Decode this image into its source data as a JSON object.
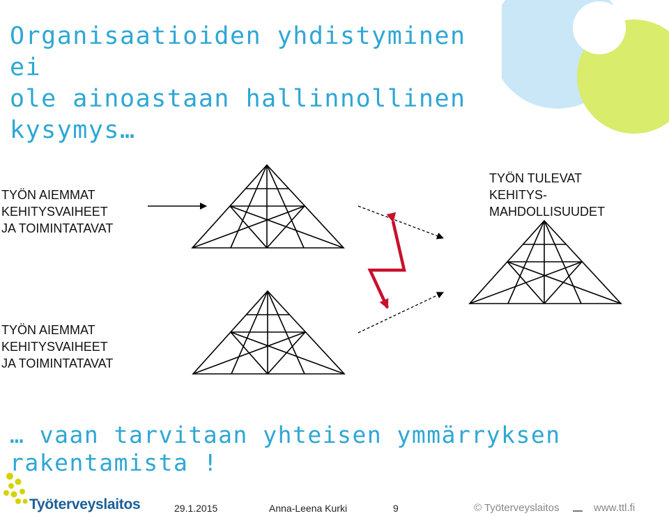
{
  "title": {
    "line1": "Organisaatioiden yhdistyminen ei",
    "line2": "ole ainoastaan hallinnollinen",
    "line3": "kysymys…"
  },
  "labels": {
    "top_left": [
      "TYÖN AIEMMAT",
      "KEHITYSVAIHEET",
      "JA TOIMINTATAVAT"
    ],
    "bottom_left": [
      "TYÖN AIEMMAT",
      "KEHITYSVAIHEET",
      "JA TOIMINTATAVAT"
    ],
    "right": [
      "TYÖN TULEVAT",
      "KEHITYS-",
      "MAHDOLLISUUDET"
    ]
  },
  "conclusion": {
    "line1": "… vaan tarvitaan yhteisen ymmärryksen",
    "line2": "rakentamista !"
  },
  "footer": {
    "logo_text": "Työterveyslaitos",
    "date": "29.1.2015",
    "author": "Anna-Leena Kurki",
    "page": "9",
    "copyright": "© Työterveyslaitos",
    "url": "www.ttl.fi"
  },
  "colors": {
    "accent_blue": "#2ea7d4",
    "blob_lime": "#d9ec6c",
    "blob_lightblue": "#c9e7f7",
    "bolt_red": "#c8102e",
    "logo_blue": "#1b5e96",
    "logo_yellow": "#d4d200"
  }
}
